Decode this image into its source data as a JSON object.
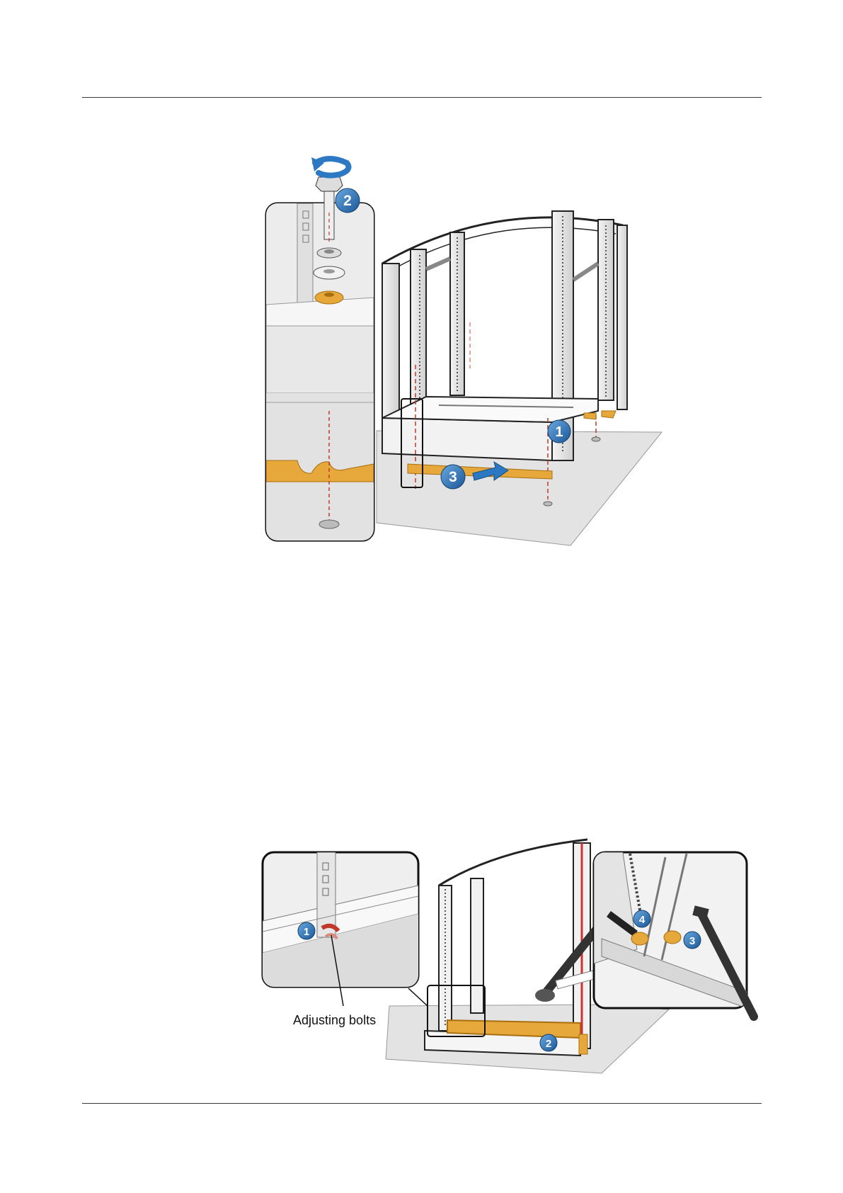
{
  "figure1": {
    "callouts": [
      "1",
      "2",
      "3"
    ],
    "colors": {
      "callout": "#1f66a8",
      "plate": "#e6a83a",
      "guide": "#c0392b",
      "floor": "#dcdcdc"
    }
  },
  "figure2": {
    "callouts": [
      "1",
      "2",
      "3",
      "4"
    ],
    "label": "Adjusting bolts",
    "colors": {
      "callout": "#1f66a8",
      "plate": "#e6a83a",
      "red_strip": "#d03030"
    }
  }
}
